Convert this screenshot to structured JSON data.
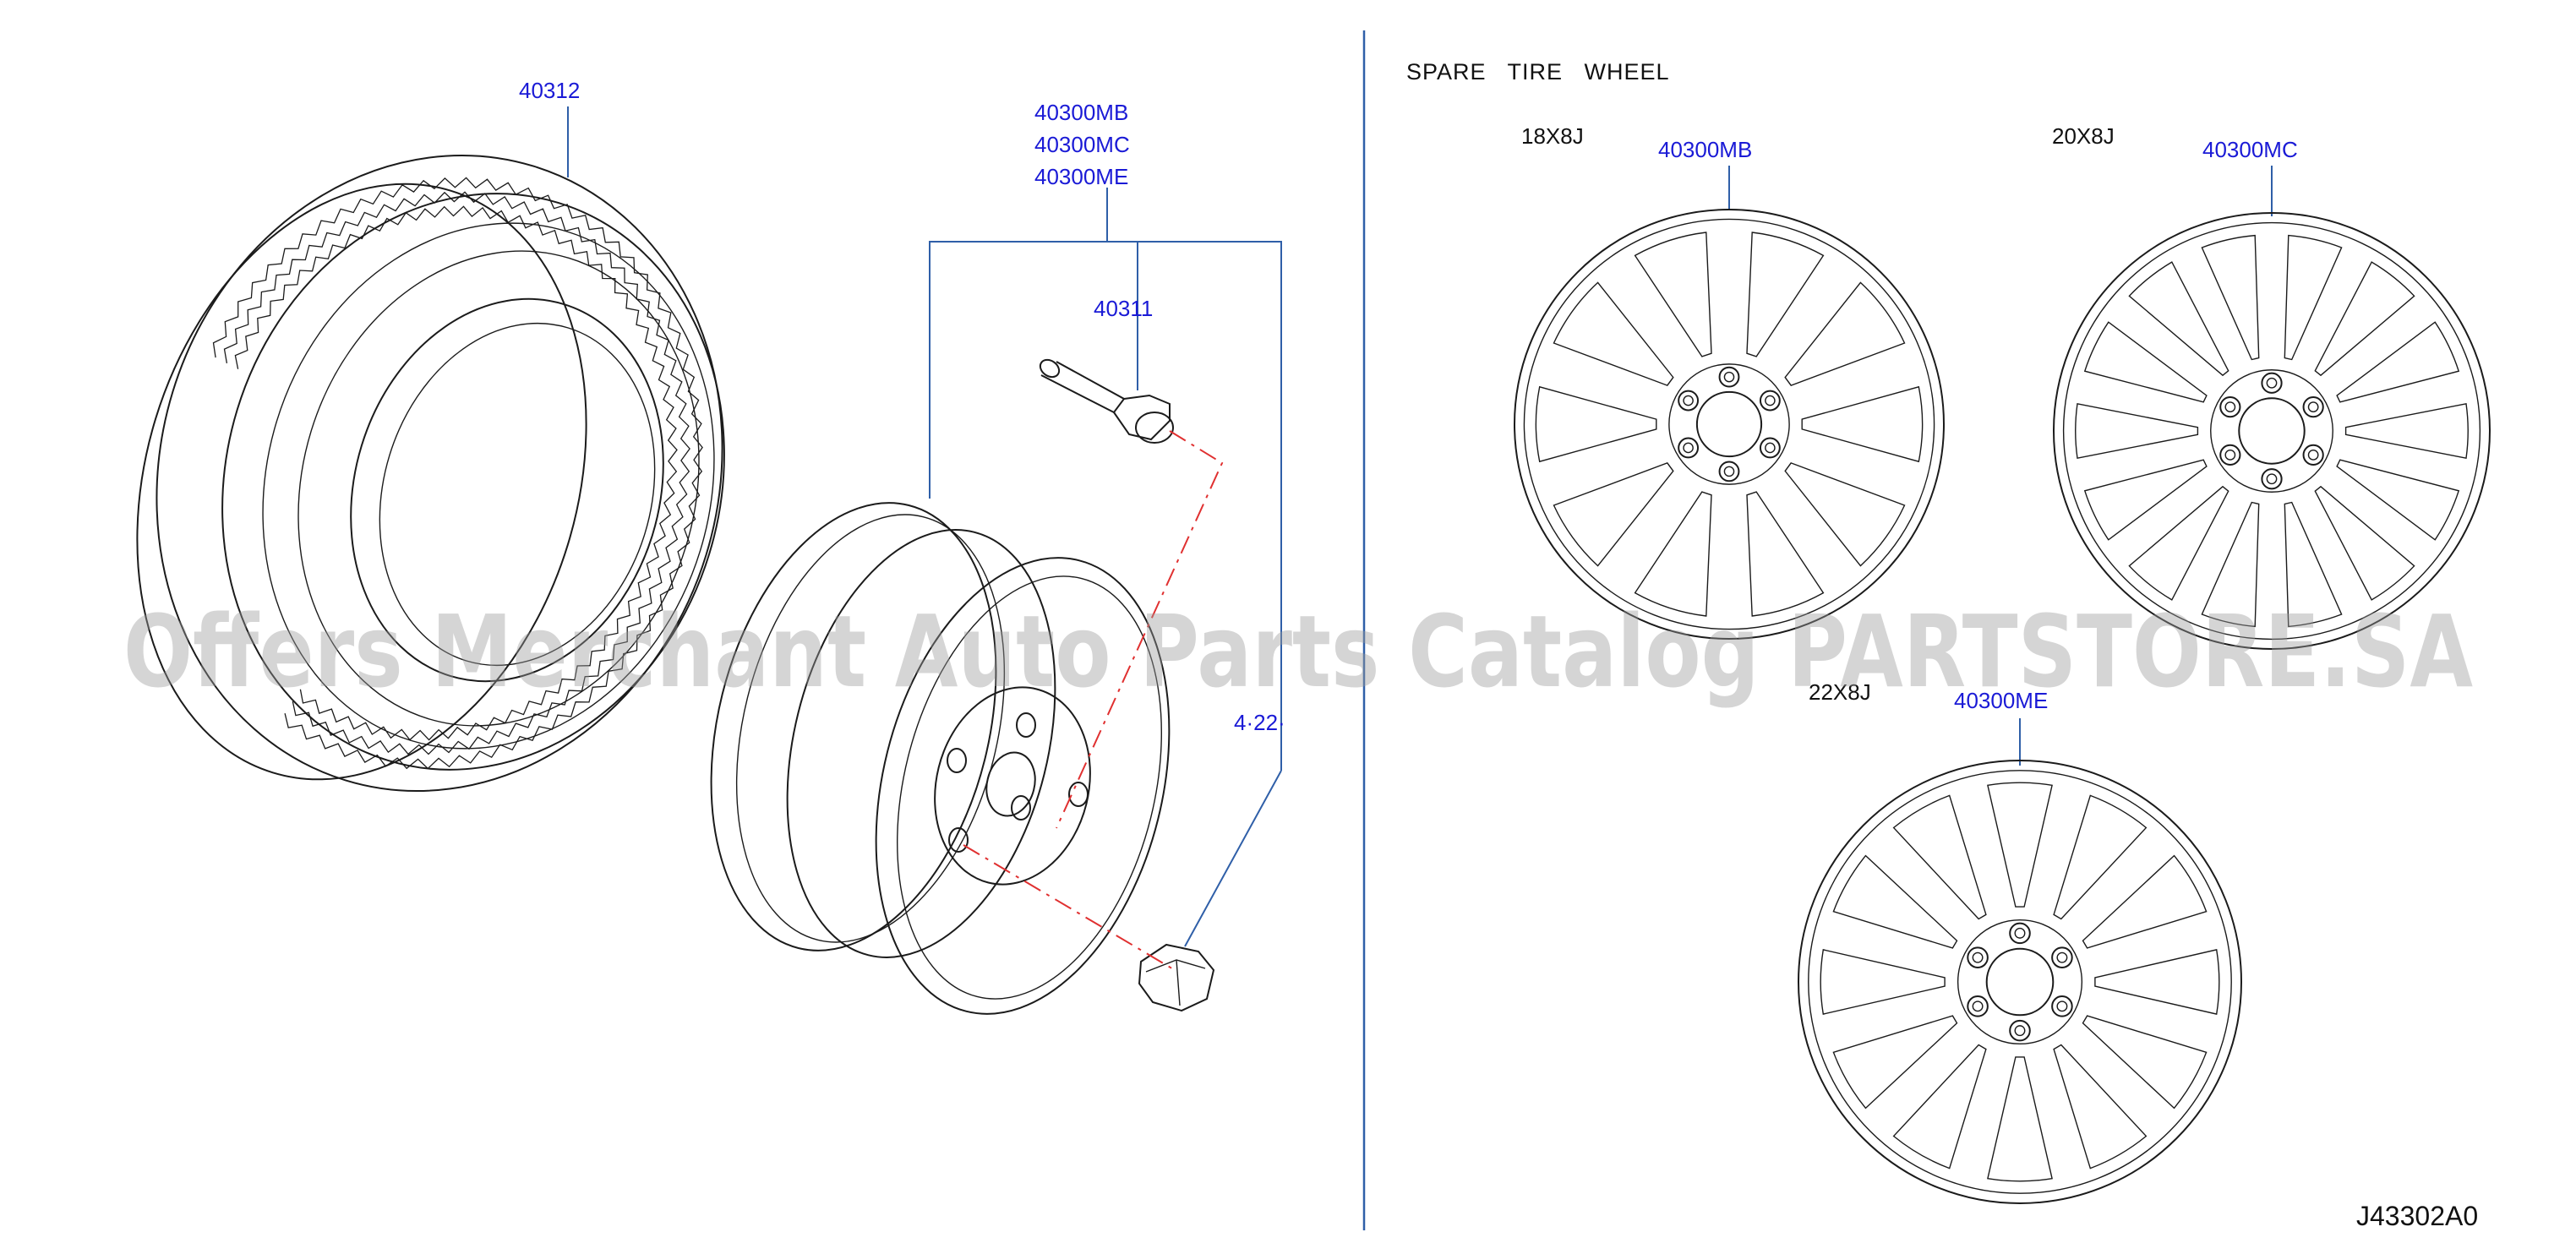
{
  "colors": {
    "part_label": "#1a1ad6",
    "leader_line": "#2f5fa8",
    "assembly_line": "#e03030",
    "ink": "#1b1b1b",
    "watermark": "#9a9a9a"
  },
  "left": {
    "tire_part": "40312",
    "wheel_parts": [
      "40300MB",
      "40300MC",
      "40300ME"
    ],
    "valve_part": "40311",
    "nut_part": "4·22·"
  },
  "right": {
    "section_title": "SPARE   TIRE   WHEEL",
    "wheels": [
      {
        "size": "18X8J",
        "part": "40300MB"
      },
      {
        "size": "20X8J",
        "part": "40300MC"
      },
      {
        "size": "22X8J",
        "part": "40300ME"
      }
    ]
  },
  "watermark": "Offers Merchant Auto Parts Catalog PARTSTORE.SA",
  "diagram_code": "J43302A0"
}
